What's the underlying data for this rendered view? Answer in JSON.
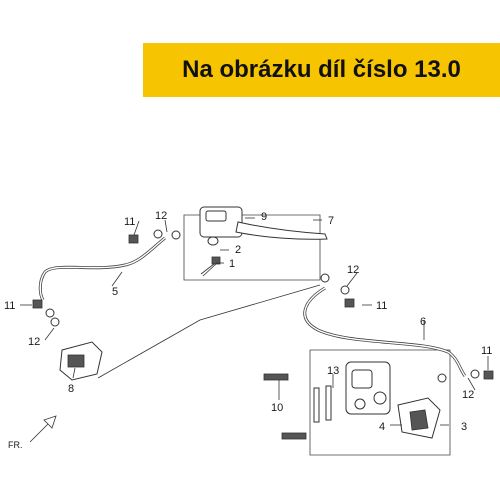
{
  "banner": {
    "text": "Na obrázku díl číslo 13.0",
    "background": "#f6c400"
  },
  "callouts": {
    "c1": "1",
    "c2": "2",
    "c3": "3",
    "c4": "4",
    "c5": "5",
    "c6": "6",
    "c7": "7",
    "c8": "8",
    "c9": "9",
    "c10": "10",
    "c11a": "11",
    "c11b": "11",
    "c11c": "11",
    "c11d": "11",
    "c12a": "12",
    "c12b": "12",
    "c12c": "12",
    "c12d": "12",
    "c13": "13",
    "fr": "FR."
  }
}
